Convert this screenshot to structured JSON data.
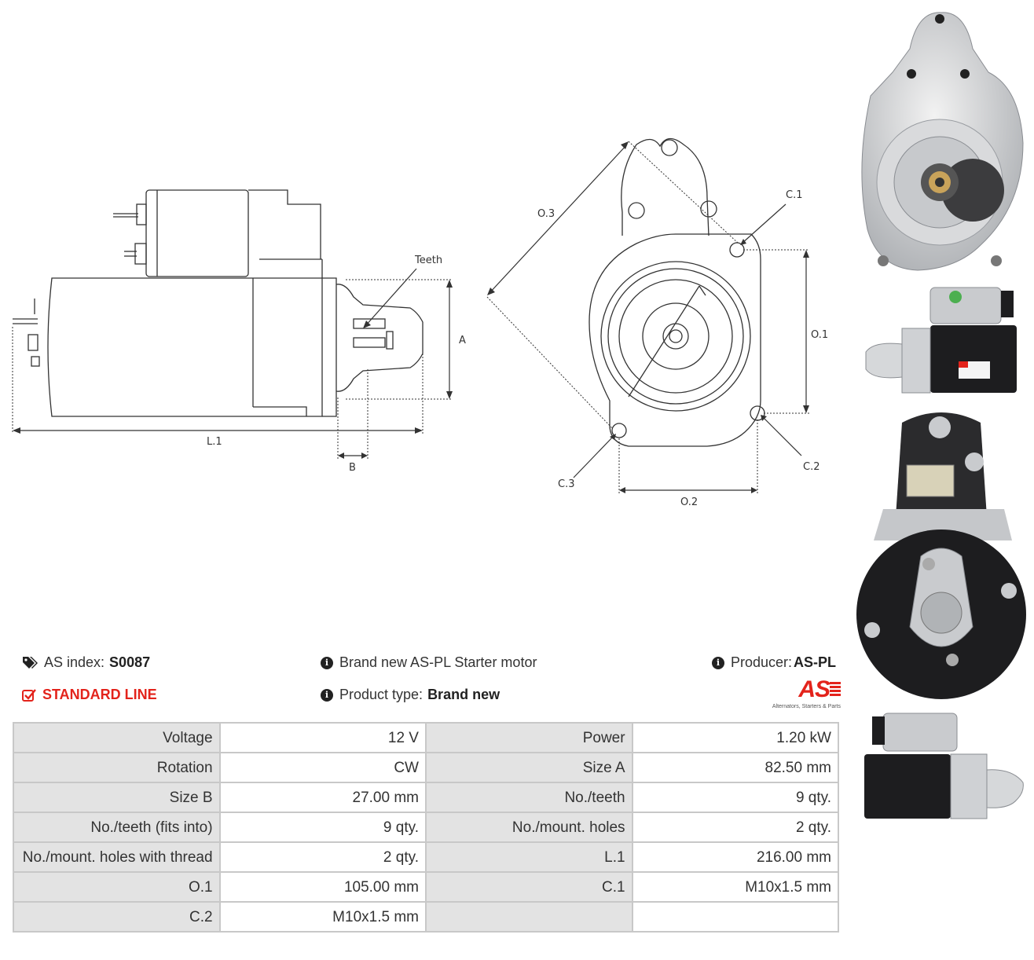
{
  "drawing_labels": {
    "teeth": "Teeth",
    "a": "A",
    "b": "B",
    "l1": "L.1",
    "o1": "O.1",
    "o2": "O.2",
    "o3": "O.3",
    "c1": "C.1",
    "c2": "C.2",
    "c3": "C.3"
  },
  "info": {
    "as_index_label": "AS index:",
    "as_index_value": "S0087",
    "standard_line": "STANDARD LINE",
    "brand_new_text": "Brand new AS-PL Starter motor",
    "product_type_label": "Product type:",
    "product_type_value": "Brand new",
    "producer_label": "Producer:",
    "producer_value": "AS-PL"
  },
  "logo": {
    "mark": "AS",
    "tagline": "Alternators, Starters & Parts",
    "color": "#e3231b"
  },
  "specs": [
    {
      "k1": "Voltage",
      "v1": "12 V",
      "k2": "Power",
      "v2": "1.20 kW"
    },
    {
      "k1": "Rotation",
      "v1": "CW",
      "k2": "Size A",
      "v2": "82.50 mm"
    },
    {
      "k1": "Size B",
      "v1": "27.00 mm",
      "k2": "No./teeth",
      "v2": "9 qty."
    },
    {
      "k1": "No./teeth (fits into)",
      "v1": "9 qty.",
      "k2": "No./mount. holes",
      "v2": "2 qty."
    },
    {
      "k1": "No./mount. holes with thread",
      "v1": "2 qty.",
      "k2": "L.1",
      "v2": "216.00 mm"
    },
    {
      "k1": "O.1",
      "v1": "105.00 mm",
      "k2": "C.1",
      "v2": "M10x1.5 mm"
    },
    {
      "k1": "C.2",
      "v1": "M10x1.5 mm",
      "k2": "",
      "v2": ""
    }
  ]
}
